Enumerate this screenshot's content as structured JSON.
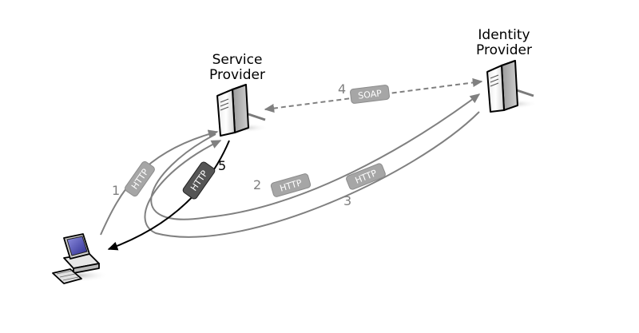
{
  "nodes": {
    "service_provider": {
      "line1": "Service",
      "line2": "Provider"
    },
    "identity_provider": {
      "line1": "Identity",
      "line2": "Provider"
    },
    "client": {
      "icon": "desktop-computer-icon"
    }
  },
  "server_icon": "server-tower-icon",
  "steps": [
    {
      "number": "1",
      "protocol": "HTTP"
    },
    {
      "number": "2",
      "protocol": "HTTP"
    },
    {
      "number": "3",
      "protocol": "HTTP"
    },
    {
      "number": "4",
      "protocol": "SOAP"
    },
    {
      "number": "5",
      "protocol": "HTTP"
    }
  ],
  "colors": {
    "arrow_gray": "#808080",
    "arrow_dark": "#000000",
    "badge_gray": "#a6a6a6",
    "badge_dark": "#555555"
  }
}
